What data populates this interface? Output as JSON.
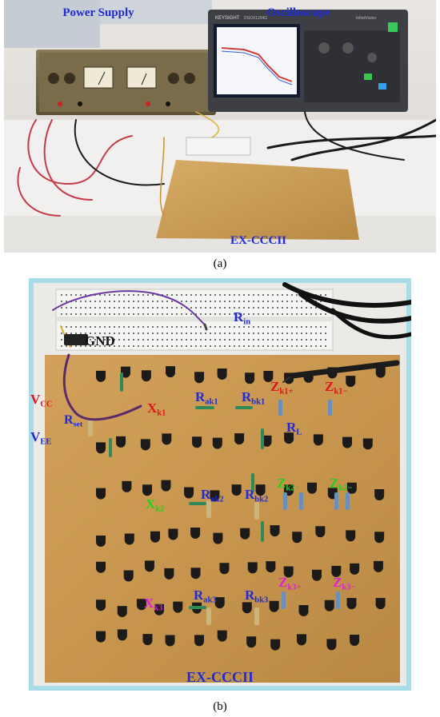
{
  "panel_a": {
    "caption": "(a)",
    "labels": {
      "power_supply": "Power Supply",
      "oscilloscope": "Oscilloscope",
      "board": "EX-CCCII"
    },
    "scope_brand": "KEYSIGHT",
    "scope_model": "DSOX1204G",
    "scope_series": "InfiniiVision"
  },
  "panel_b": {
    "caption": "(b)",
    "labels": {
      "gnd": "GND",
      "r_in": {
        "main": "R",
        "sub": "in"
      },
      "v_cc": {
        "main": "V",
        "sub": "CC"
      },
      "v_ee": {
        "main": "V",
        "sub": "EE"
      },
      "r_set": {
        "main": "R",
        "sub": "set"
      },
      "x_k1": {
        "main": "X",
        "sub": "k1"
      },
      "r_ak1": {
        "main": "R",
        "sub": "ak1"
      },
      "r_bk1": {
        "main": "R",
        "sub": "bk1"
      },
      "z_k1_plus": {
        "main": "Z",
        "sub": "k1+"
      },
      "z_k1_minus": {
        "main": "Z",
        "sub": "k1−"
      },
      "r_l": {
        "main": "R",
        "sub": "L"
      },
      "x_k2": {
        "main": "X",
        "sub": "k2"
      },
      "r_ak2": {
        "main": "R",
        "sub": "ak2"
      },
      "r_bk2": {
        "main": "R",
        "sub": "bk2"
      },
      "z_k2_plus": {
        "main": "Z",
        "sub": "k2+"
      },
      "z_k2_minus": {
        "main": "Z",
        "sub": "k2−"
      },
      "x_k3": {
        "main": "X",
        "sub": "k3"
      },
      "r_ak3": {
        "main": "R",
        "sub": "ak3"
      },
      "r_bk3": {
        "main": "R",
        "sub": "bk3"
      },
      "z_k3_plus": {
        "main": "Z",
        "sub": "k3+"
      },
      "z_k3_minus": {
        "main": "Z",
        "sub": "k3−"
      },
      "board": "EX-CCCII"
    }
  },
  "colors": {
    "label_blue": "#1f2bd6",
    "label_red": "#e0141c",
    "label_green": "#22d11a",
    "label_magenta": "#e020d8",
    "pcb": "#c99a52",
    "frame": "#a8dce8"
  }
}
